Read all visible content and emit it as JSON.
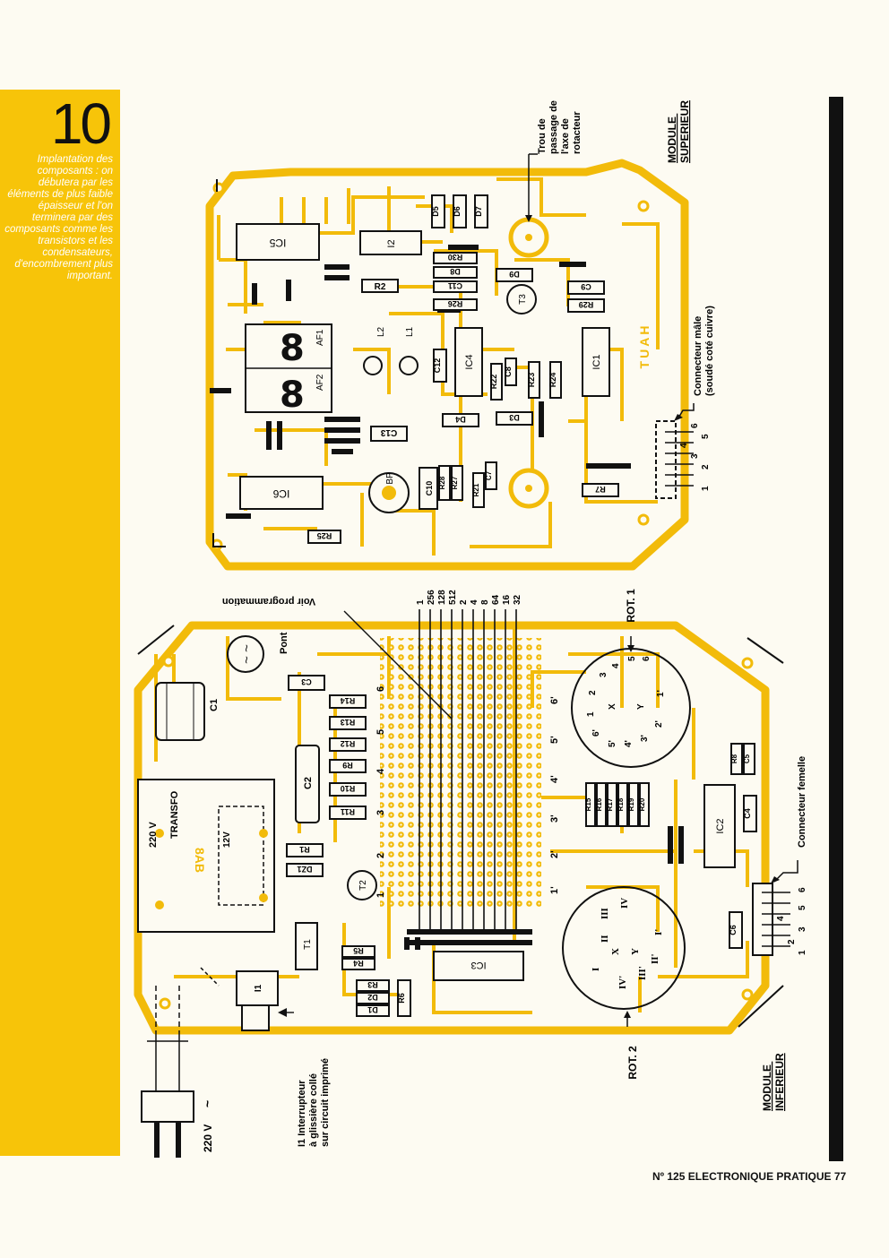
{
  "figure_number": "10",
  "caption": "Implantation des composants : on débutera par les éléments de plus faible épaisseur et l'on terminera par des composants comme les transistors et les condensateurs, d'encombrement plus important.",
  "footer": "Nº 125 ELECTRONIQUE PRATIQUE 77",
  "colors": {
    "sidebar": "#f7c409",
    "trace": "#f2bb0a",
    "ink": "#111111",
    "paper": "#fdfbf2"
  },
  "upper_module": {
    "title_line1": "MODULE",
    "title_line2": "SUPERIEUR",
    "hole_note": [
      "Trou de",
      "passage de",
      "l'axe de",
      "rotacteur"
    ],
    "connector_note": [
      "Connecteur mâle",
      "(soudé coté cuivre)"
    ],
    "connector_pins": [
      "1",
      "2",
      "3",
      "4",
      "5",
      "6"
    ],
    "mirror_text": "TUAH",
    "ic_labels": {
      "ic5": "IC5",
      "ic6": "IC6",
      "ic4": "IC4",
      "ic1": "IC1",
      "i2": "I2"
    },
    "display_labels": {
      "af1": "AF1",
      "af2": "AF2"
    },
    "led_labels": {
      "l1": "L1",
      "l2": "L2"
    },
    "bp": "BP",
    "t3": "T3",
    "components": {
      "d5": "D5",
      "d6": "D6",
      "d7": "D7",
      "r30": "R30",
      "d8": "D8",
      "c11": "C11",
      "r26": "R26",
      "d9": "D9",
      "c9": "C9",
      "r29": "R29",
      "r2": "R2",
      "c12": "C12",
      "r22": "R22",
      "c8": "C8",
      "r23": "R23",
      "r24": "R24",
      "d4": "D4",
      "d3": "D3",
      "c13": "C13",
      "c10": "C10",
      "r28": "R28",
      "r27": "R27",
      "r21": "R21",
      "c7": "C7",
      "r7": "R7",
      "r25": "R25"
    }
  },
  "lower_module": {
    "title_line1": "MODULE",
    "title_line2": "INFERIEUR",
    "prog_note": "Voir programmation",
    "prog_values": [
      "1",
      "256",
      "128",
      "512",
      "2",
      "4",
      "8",
      "64",
      "16",
      "32"
    ],
    "rot1": "ROT. 1",
    "rot2": "ROT. 2",
    "rot1_labels": [
      "1",
      "2",
      "3",
      "4",
      "5",
      "6",
      "6'",
      "5'",
      "4'",
      "3'",
      "2'",
      "1'",
      "X",
      "Y"
    ],
    "rot2_labels": [
      "I",
      "II",
      "III",
      "IV",
      "I'",
      "II'",
      "III'",
      "IV'",
      "X",
      "Y"
    ],
    "row_numbers_left": [
      "6",
      "5",
      "4",
      "3",
      "2",
      "1"
    ],
    "row_numbers_right": [
      "6'",
      "5'",
      "4'",
      "3'",
      "2'",
      "1'"
    ],
    "transfo": "TRANSFO",
    "transfo_mirror": "8AB",
    "v220": "220 V",
    "v12": "12V",
    "pont": "Pont",
    "mains_label": "220 V",
    "mains_symbol": "~",
    "switch_note": [
      "I1 Interrupteur",
      "à glissière collé",
      "sur circuit imprimé"
    ],
    "connector_note": "Connecteur femelle",
    "connector_pins": [
      "1",
      "2",
      "3",
      "4",
      "5",
      "6"
    ],
    "components": {
      "c1": "C1",
      "c2": "C2",
      "c3": "C3",
      "r14": "R14",
      "r13": "R13",
      "r12": "R12",
      "r9": "R9",
      "r10": "R10",
      "r11": "R11",
      "r1": "R1",
      "dz1": "DZ1",
      "t2": "T2",
      "t1": "T1",
      "i1": "I1",
      "r5": "R5",
      "r4": "R4",
      "r3": "R3",
      "d2": "D2",
      "d1": "D1",
      "r6": "R6",
      "ic3": "IC3",
      "ic2": "IC2",
      "r15": "R15",
      "r16": "R16",
      "r17": "R17",
      "r18": "R18",
      "r19": "R19",
      "r20": "R20",
      "r8": "R8",
      "c5": "C5",
      "c4": "C4",
      "c6": "C6"
    }
  }
}
